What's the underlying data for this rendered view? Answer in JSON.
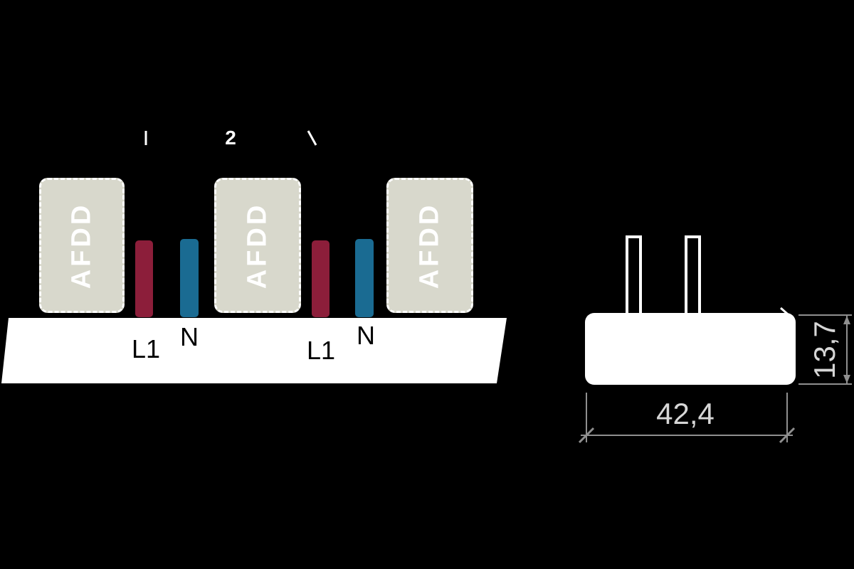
{
  "colors": {
    "background": "#000000",
    "module_fill": "#d8d8cc",
    "module_text": "#ffffff",
    "phase_l1_bar": "#8c1e3a",
    "neutral_bar": "#1a6b92",
    "busbar_fill": "#ffffff",
    "busbar_text": "#000000",
    "dimension_line": "#8f8f8f",
    "dimension_text": "#d6d6d6",
    "annotation": "#ffffff"
  },
  "left_diagram": {
    "modules": [
      {
        "label": "AFDD"
      },
      {
        "label": "AFDD"
      },
      {
        "label": "AFDD"
      }
    ],
    "terminals": [
      {
        "label": "L1"
      },
      {
        "label": "N"
      },
      {
        "label": "L1"
      },
      {
        "label": "N"
      }
    ],
    "top_annotation_label": "2"
  },
  "right_drawing": {
    "width_dimension": "42,4",
    "height_dimension": "13,7"
  }
}
